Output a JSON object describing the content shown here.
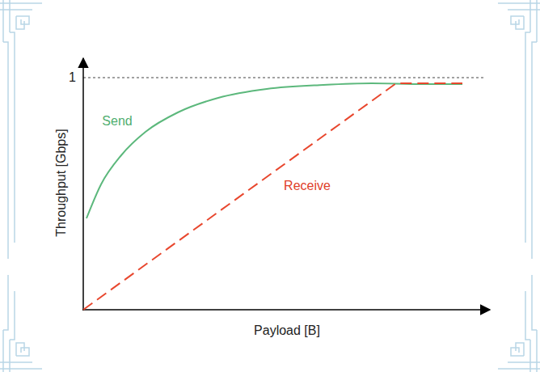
{
  "diagram": {
    "labels": [
      "1",
      "Send",
      "Receive",
      "Throughput [Gbps]",
      "Payload [B]"
    ]
  }
}
